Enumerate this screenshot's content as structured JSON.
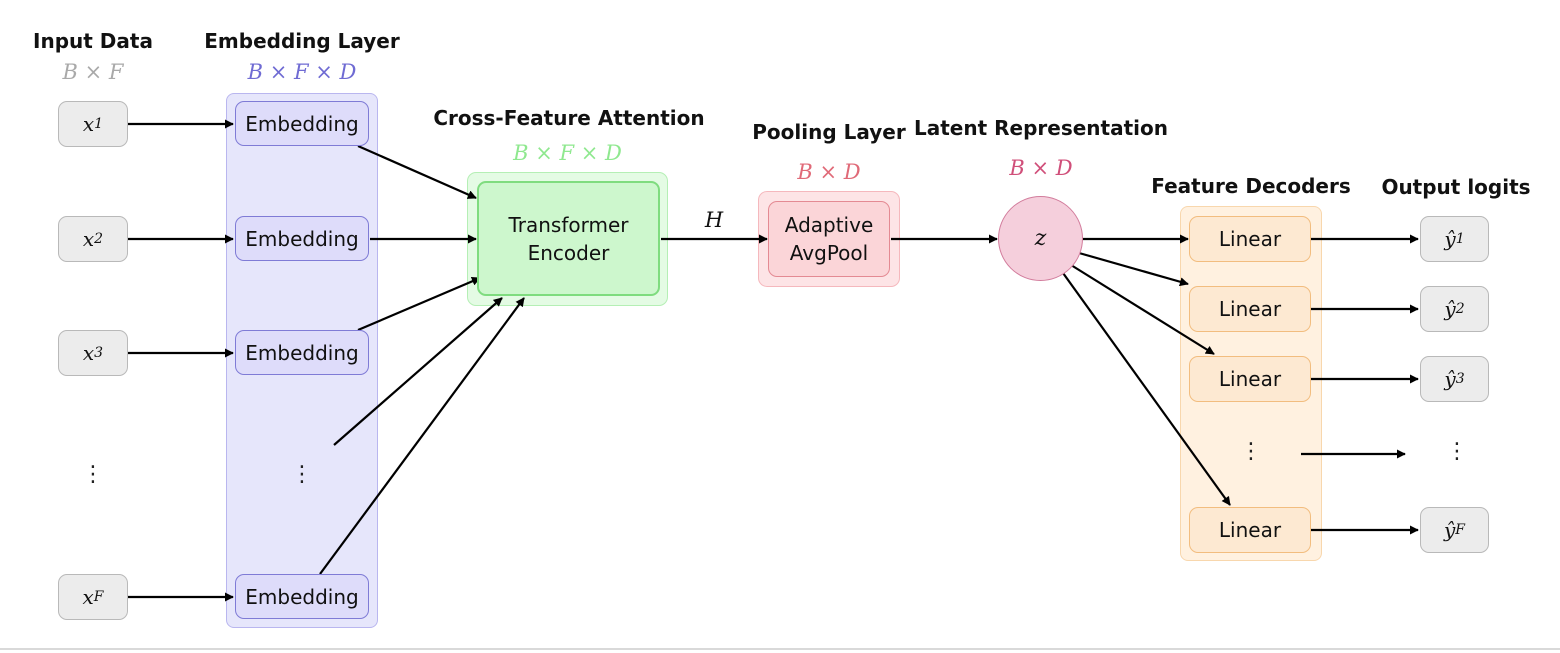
{
  "headers": {
    "input_data": "Input Data",
    "embedding_layer": "Embedding Layer",
    "cross_feature_attention": "Cross-Feature Attention",
    "pooling_layer": "Pooling Layer",
    "latent_representation": "Latent Representation",
    "feature_decoders": "Feature Decoders",
    "output_logits": "Output logits"
  },
  "dimensions": {
    "input": "B × F",
    "embedding": "B × F × D",
    "attention": "B × F × D",
    "pooling": "B × D",
    "latent": "B × D"
  },
  "inputs": [
    {
      "base": "x",
      "sub": "1"
    },
    {
      "base": "x",
      "sub": "2"
    },
    {
      "base": "x",
      "sub": "3"
    },
    {
      "base": "x",
      "sub": "F"
    }
  ],
  "embedding_label": "Embedding",
  "transformer": {
    "line1": "Transformer",
    "line2": "Encoder"
  },
  "h_label": "H",
  "pool": {
    "line1": "Adaptive",
    "line2": "AvgPool"
  },
  "latent_symbol": "z",
  "linear_label": "Linear",
  "outputs": [
    {
      "base": "ŷ",
      "sub": "1"
    },
    {
      "base": "ŷ",
      "sub": "2"
    },
    {
      "base": "ŷ",
      "sub": "3"
    },
    {
      "base": "ŷ",
      "sub": "F"
    }
  ],
  "ellipsis": "⋮",
  "colors": {
    "embedding_panel": "#e6e6fb",
    "embedding_dim": "#6f6bd3",
    "attention_dim": "#8fe88f",
    "transformer_fill": "#cdf7cd",
    "pool_fill": "#fbd5d8",
    "latent_dim": "#d04f7a",
    "latent_fill": "#f5cfdc",
    "decoder_panel": "#fff1e0",
    "input_dim": "#a9a9a9"
  }
}
